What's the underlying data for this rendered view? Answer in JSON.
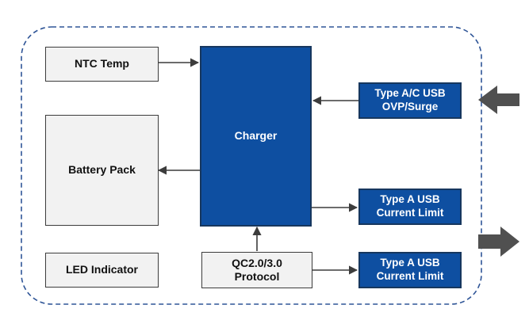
{
  "diagram": {
    "colors": {
      "block_blue": "#0e4fa1",
      "block_gray": "#f2f2f2",
      "border_dashed": "#2f5597",
      "arrow": "#3c3c3c",
      "io_arrow": "#505050"
    },
    "blocks": {
      "ntc_temp": "NTC Temp",
      "battery_pack": "Battery Pack",
      "led_indicator": "LED Indicator",
      "charger": "Charger",
      "qc_protocol": "QC2.0/3.0\nProtocol",
      "type_ac_usb_ovp": "Type A/C USB\nOVP/Surge",
      "type_a_usb_limit_1": "Type A USB\nCurrent Limit",
      "type_a_usb_limit_2": "Type A USB\nCurrent Limit"
    },
    "connections": [
      {
        "from": "ntc_temp",
        "to": "charger"
      },
      {
        "from": "charger",
        "to": "battery_pack"
      },
      {
        "from": "type_ac_usb_ovp",
        "to": "charger"
      },
      {
        "from": "charger",
        "to": "type_a_usb_limit_1"
      },
      {
        "from": "qc_protocol",
        "to": "charger"
      },
      {
        "from": "qc_protocol",
        "to": "type_a_usb_limit_2"
      }
    ],
    "external_arrows": [
      {
        "direction": "input",
        "icon": "left-block-arrow-icon"
      },
      {
        "direction": "output",
        "icon": "right-block-arrow-icon"
      }
    ]
  }
}
